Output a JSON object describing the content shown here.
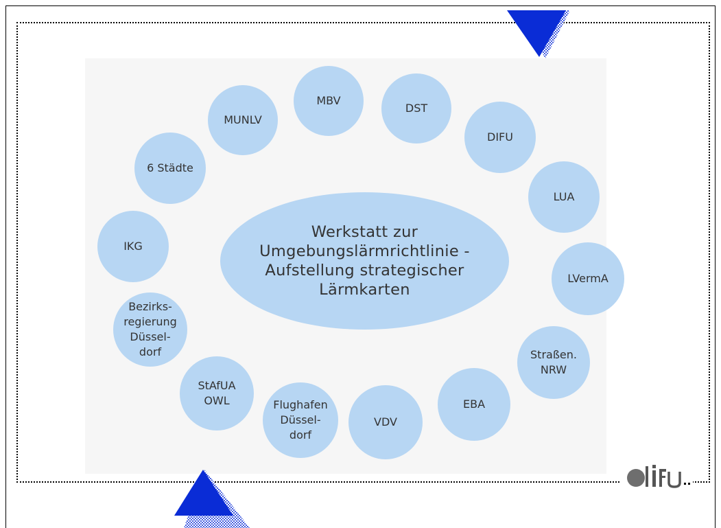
{
  "center": {
    "title": "Werkstatt zur\nUmgebungslärmrichtlinie -\nAufstellung strategischer\nLärmkarten"
  },
  "nodes": {
    "mbv": "MBV",
    "dst": "DST",
    "munlv": "MUNLV",
    "difu": "DIFU",
    "staedte": "6 Städte",
    "lua": "LUA",
    "ikg": "IKG",
    "lverma": "LVermA",
    "bezirksregierung": "Bezirks-\nregierung\nDüssel-\ndorf",
    "strassen": "Straßen.\nNRW",
    "stafua": "StAfUA\nOWL",
    "eba": "EBA",
    "flughafen": "Flughafen\nDüssel-\ndorf",
    "vdv": "VDV"
  },
  "logo": {
    "text": "difu"
  },
  "colors": {
    "node_fill": "#b7d6f3",
    "panel": "#f6f6f6",
    "triangle": "#0a2cd6",
    "logo_grey": "#6e6e6e"
  }
}
